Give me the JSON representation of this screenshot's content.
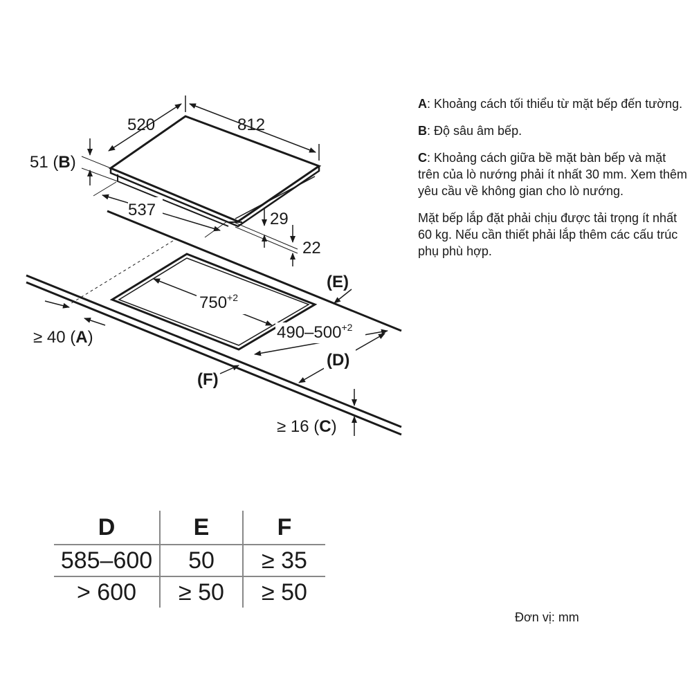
{
  "dimensions": {
    "width": "520",
    "length": "812",
    "depth_value": "51",
    "depth_letter": "B",
    "body_width": "537",
    "thickness_29": "29",
    "thickness_22": "22",
    "cutout_length": "750",
    "cutout_length_tol": "+2",
    "cutout_width": "490–500",
    "cutout_width_tol": "+2",
    "min_wall_prefix": "≥ 40",
    "min_wall_letter": "A",
    "label_e": "(E)",
    "label_d": "(D)",
    "label_f": "(F)",
    "min_oven_prefix": "≥ 16",
    "min_oven_letter": "C"
  },
  "notes": {
    "a_key": "A",
    "a_text": ": Khoảng cách tối thiểu từ mặt bếp đến tường.",
    "b_key": "B",
    "b_text": ": Độ sâu âm bếp.",
    "c_key": "C",
    "c_text": ": Khoảng cách giữa bề mặt bàn bếp và mặt trên của lò nướng phải ít nhất 30 mm. Xem thêm yêu cầu về không gian cho lò nướng.",
    "load_text": "Mặt bếp lắp đặt phải chịu được tải trọng ít nhất 60 kg. Nếu cần thiết phải lắp thêm các cấu trúc phụ phù hợp."
  },
  "table": {
    "headers": [
      "D",
      "E",
      "F"
    ],
    "rows": [
      [
        "585–600",
        "50",
        "≥ 35"
      ],
      [
        "> 600",
        "≥ 50",
        "≥ 50"
      ]
    ]
  },
  "unit_label": "Đơn vị: mm"
}
